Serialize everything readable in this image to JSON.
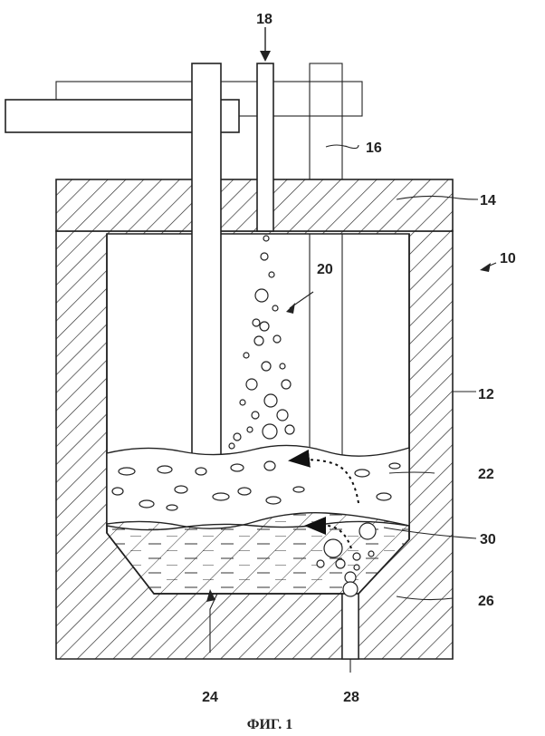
{
  "figure": {
    "caption": "ФИГ. 1",
    "labels": {
      "l10": "10",
      "l12": "12",
      "l14": "14",
      "l16": "16",
      "l18": "18",
      "l20": "20",
      "l22": "22",
      "l24": "24",
      "l26": "26",
      "l28": "28",
      "l30": "30"
    }
  }
}
